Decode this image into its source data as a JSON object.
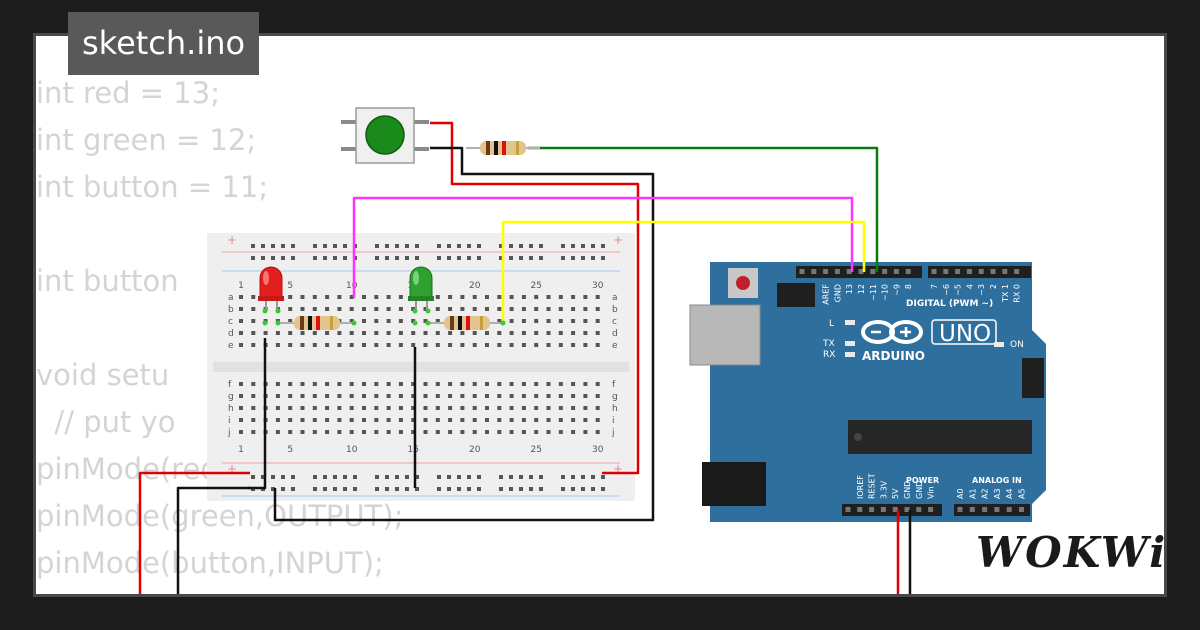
{
  "file_tab": {
    "title": "sketch.ino"
  },
  "code_lines": [
    "int red = 13;",
    "int green = 12;",
    "int button = 11;",
    "",
    "int button",
    "",
    "void setu",
    "  // put yo",
    "pinMode(red,OUTPUT);",
    "pinMode(green,OUTPUT);",
    "pinMode(button,INPUT);"
  ],
  "breadboard": {
    "column_numbers": [
      "1",
      "5",
      "10",
      "15",
      "20",
      "25",
      "30"
    ],
    "row_letters_top": [
      "a",
      "b",
      "c",
      "d",
      "e"
    ],
    "row_letters_bottom": [
      "f",
      "g",
      "h",
      "i",
      "j"
    ]
  },
  "arduino": {
    "brand": "ARDUINO",
    "model": "UNO",
    "header_digital": "DIGITAL (PWM ~)",
    "header_power": "POWER",
    "header_analog": "ANALOG IN",
    "led_l": "L",
    "led_tx": "TX",
    "led_rx": "RX",
    "led_on": "ON",
    "digital_pins": [
      "AREF",
      "GND",
      "13",
      "12",
      "~11",
      "~10",
      "~9",
      "8",
      "7",
      "~6",
      "~5",
      "4",
      "~3",
      "2",
      "TX 1",
      "RX 0"
    ],
    "power_pins": [
      "IOREF",
      "RESET",
      "3.3V",
      "5V",
      "GND",
      "GND",
      "Vin"
    ],
    "analog_pins": [
      "A0",
      "A1",
      "A2",
      "A3",
      "A4",
      "A5"
    ]
  },
  "brand_logo": "WOKWi",
  "colors": {
    "wire_red": "#e00000",
    "wire_black": "#111111",
    "wire_green": "#0a7a0a",
    "wire_magenta": "#ff33ff",
    "wire_yellow": "#ffff00",
    "arduino_blue": "#2e6f9e",
    "led_red": "#e41d1d",
    "led_green": "#2fa12f",
    "button_green": "#1a8a1a"
  }
}
